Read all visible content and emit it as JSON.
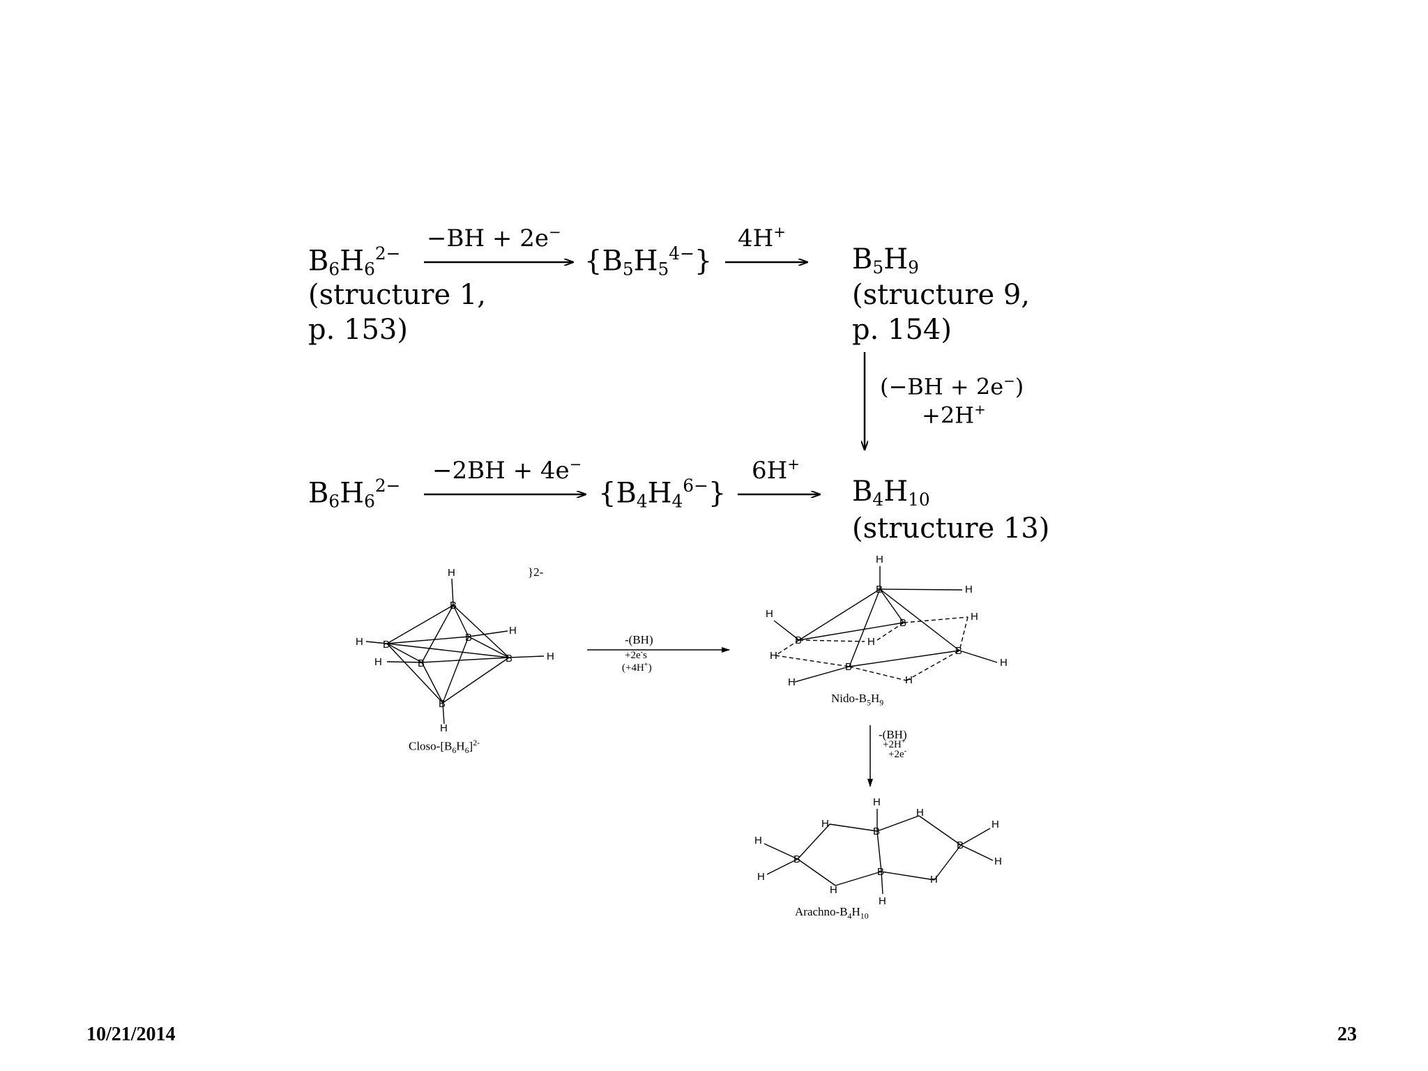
{
  "reaction1": {
    "reactant_main": "B",
    "reactant_sub1": "6",
    "reactant_h": "H",
    "reactant_sub2": "6",
    "reactant_charge": "2−",
    "arrow_label": "−BH + 2e",
    "arrow_label_sup": "−",
    "intermediate_open": "{B",
    "intermediate_sub1": "5",
    "intermediate_h": "H",
    "intermediate_sub2": "5",
    "intermediate_charge": "4−",
    "intermediate_close": "}",
    "arrow2_label": "4H",
    "arrow2_label_sup": "+",
    "product_b": "B",
    "product_sub1": "5",
    "product_h": "H",
    "product_sub2": "9",
    "reactant_note_line1": "(structure 1,",
    "reactant_note_line2": "p. 153)",
    "product_note_line1": "(structure 9,",
    "product_note_line2": "p. 154)"
  },
  "vertical_step": {
    "label_line1": "(−BH + 2e",
    "label_line1_sup": "−",
    "label_line1_end": ")",
    "label_line2": "+2H",
    "label_line2_sup": "+"
  },
  "reaction2": {
    "reactant_b": "B",
    "reactant_sub1": "6",
    "reactant_h": "H",
    "reactant_sub2": "6",
    "reactant_charge": "2−",
    "arrow_label": "−2BH + 4e",
    "arrow_label_sup": "−",
    "intermediate_open": "{B",
    "intermediate_sub1": "4",
    "intermediate_h": "H",
    "intermediate_sub2": "4",
    "intermediate_charge": "6−",
    "intermediate_close": "}",
    "arrow2_label": "6H",
    "arrow2_label_sup": "+",
    "product_b": "B",
    "product_sub1": "4",
    "product_h": "H",
    "product_sub2": "10",
    "product_note": "(structure 13)"
  },
  "closo": {
    "caption_main": "Closo-[B",
    "caption_sub1": "6",
    "caption_h": "H",
    "caption_sub2": "6",
    "caption_close": "]",
    "caption_sup": "2-",
    "charge": "}2-",
    "atom_b": "B",
    "atom_h": "H"
  },
  "step1": {
    "line1": "-(BH)",
    "line2": "+2e",
    "line2_sup": "-",
    "line2_end": "s",
    "line3": "(+4H",
    "line3_sup": "+",
    "line3_end": ")"
  },
  "nido": {
    "caption_main": "Nido-B",
    "caption_sub1": "5",
    "caption_h": "H",
    "caption_sub2": "9"
  },
  "step2": {
    "line1": "-(BH)",
    "line2": "+2H",
    "line2_sup": "+",
    "line3": "+2e",
    "line3_sup": "-"
  },
  "arachno": {
    "caption_main": "Arachno-B",
    "caption_sub1": "4",
    "caption_h": "H",
    "caption_sub2": "10"
  },
  "footer": {
    "date": "10/21/2014",
    "page": "23"
  }
}
